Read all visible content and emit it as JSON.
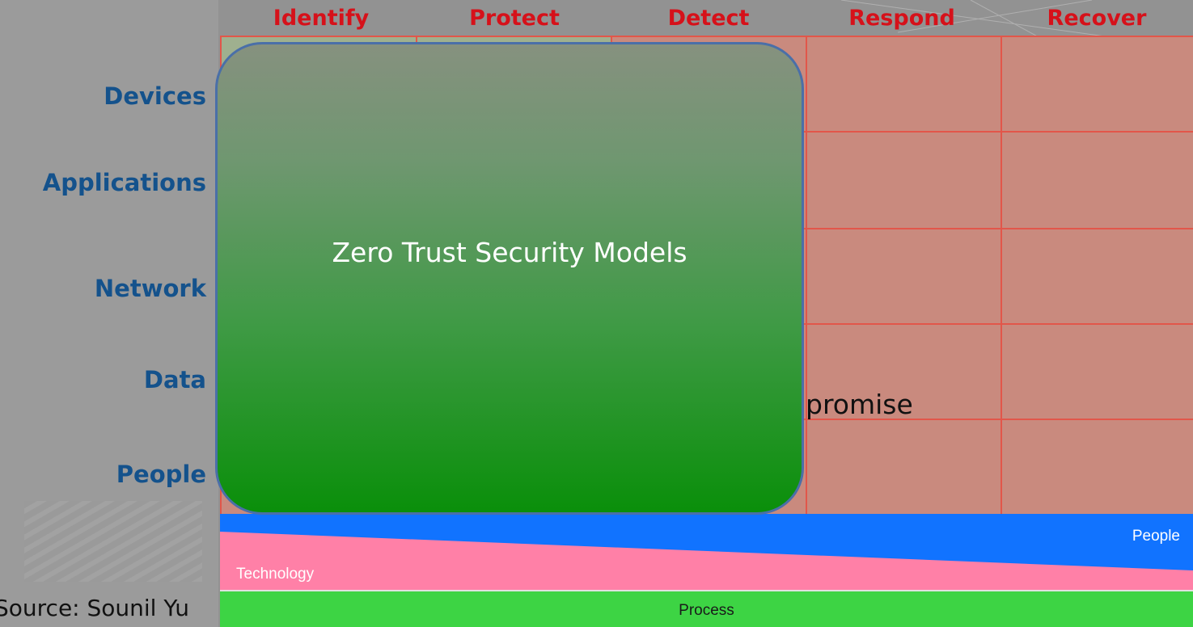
{
  "columns": [
    "Identify",
    "Protect",
    "Detect",
    "Respond",
    "Recover"
  ],
  "rows": [
    "Devices",
    "Applications",
    "Network",
    "Data",
    "People"
  ],
  "overlay": {
    "zero_trust_label": "Zero Trust Security Models",
    "hidden_text_fragment": "promise"
  },
  "bands": {
    "top_label": "People",
    "middle_label": "Technology",
    "bottom_label": "Process"
  },
  "source_caption": "Source: Sounil Yu",
  "colors": {
    "column_text": "#d6111a",
    "row_text": "#14528c",
    "grid_fill": "#c98a7e",
    "grid_fill_green": "#9fb08f",
    "grid_line": "#e2564a",
    "band_people": "#1173ff",
    "band_technology": "#ff80a7",
    "band_process": "#3dd444",
    "zero_trust_top": "#86917f",
    "zero_trust_bottom": "#0a8f0a"
  }
}
